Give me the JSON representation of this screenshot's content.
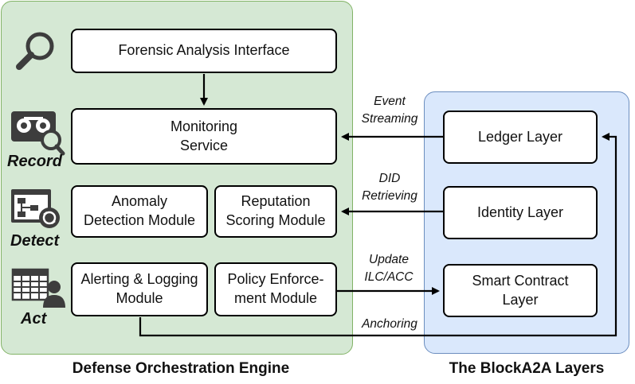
{
  "left_panel": {
    "caption": "Defense Orchestration Engine",
    "boxes": {
      "forensic": "Forensic Analysis Interface",
      "monitoring": "Monitoring\nService",
      "anomaly": "Anomaly\nDetection Module",
      "reputation": "Reputation\nScoring Module",
      "alerting": "Alerting & Logging\nModule",
      "policy": "Policy Enforce-\nment Module"
    },
    "stages": {
      "record": "Record",
      "detect": "Detect",
      "act": "Act"
    },
    "icons": [
      "magnifier-icon",
      "record-camera-icon",
      "detect-network-icon",
      "act-user-table-icon"
    ]
  },
  "right_panel": {
    "caption": "The BlockA2A Layers",
    "boxes": {
      "ledger": "Ledger Layer",
      "identity": "Identity Layer",
      "smart_contract": "Smart Contract\nLayer"
    }
  },
  "edges": {
    "event_streaming": "Event\nStreaming",
    "did_retrieving": "DID\nRetrieving",
    "update": "Update\nILC/ACC",
    "anchoring": "Anchoring"
  },
  "colors": {
    "left_panel_fill": "#d5e8d4",
    "left_panel_border": "#82b366",
    "right_panel_fill": "#dae8fc",
    "right_panel_border": "#6c8ebf",
    "icon_gray": "#3d3d3d"
  }
}
